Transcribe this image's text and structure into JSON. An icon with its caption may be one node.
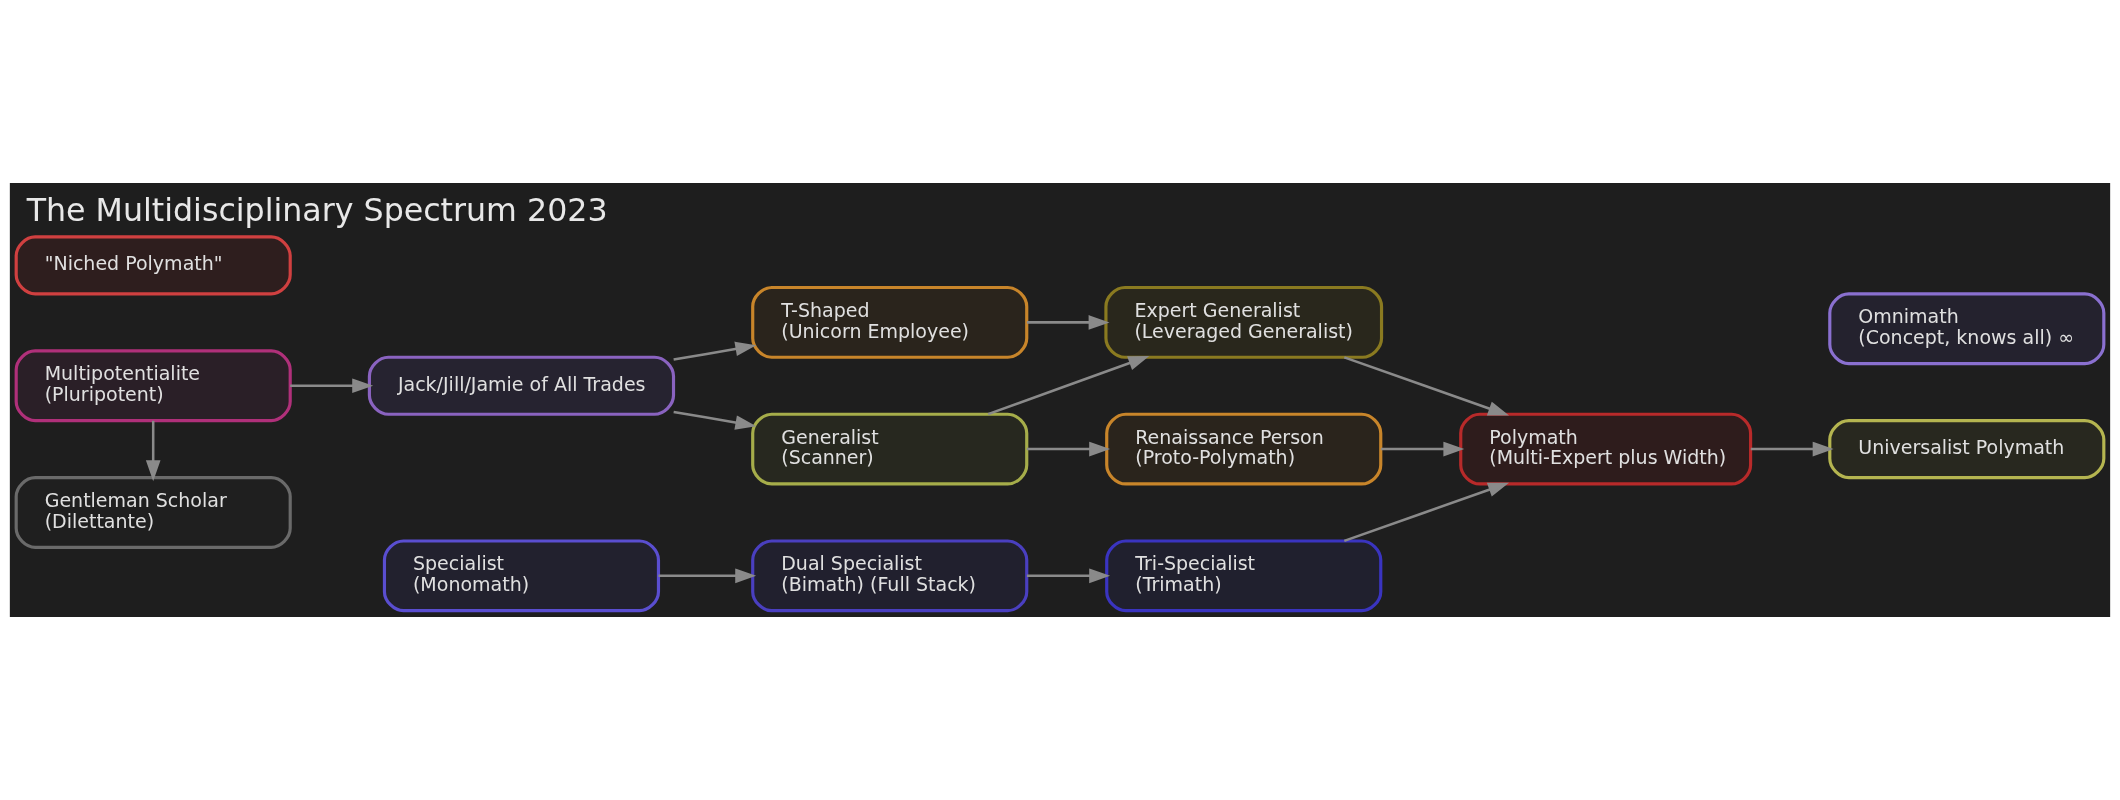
{
  "diagram": {
    "title": "The Multidisciplinary Spectrum 2023",
    "nodes": [
      {
        "text": [
          "Multipotentialite",
          "(Pluripotent)"
        ]
      },
      {
        "text": [
          "Gentleman Scholar",
          "(Dilettante)"
        ]
      },
      {
        "text": [
          "Jack/Jill/Jamie of All Trades"
        ]
      },
      {
        "text": [
          "T-Shaped",
          "(Unicorn Employee)"
        ]
      },
      {
        "text": [
          "Expert Generalist",
          "(Leveraged Generalist)"
        ]
      },
      {
        "text": [
          "Generalist",
          "(Scanner)"
        ]
      },
      {
        "text": [
          "Renaissance Person",
          "(Proto-Polymath)"
        ]
      },
      {
        "text": [
          "Polymath",
          "(Multi-Expert plus Width)"
        ]
      },
      {
        "text": [
          "Universalist Polymath"
        ]
      },
      {
        "text": [
          "Omnimath",
          "(Concept, knows all) ∞"
        ]
      },
      {
        "text": [
          "Specialist",
          "(Monomath)"
        ]
      },
      {
        "text": [
          "Dual Specialist",
          "(Bimath) (Full Stack)"
        ]
      },
      {
        "text": [
          "Tri-Specialist",
          "(Trimath)"
        ]
      },
      {
        "text": [
          "\"Niched Polymath\""
        ]
      }
    ],
    "edges": [
      {
        "from": 0,
        "to": 2,
        "arrow": "to"
      },
      {
        "from": 0,
        "to": 1,
        "arrow": "to"
      },
      {
        "from": 2,
        "to": 3,
        "arrow": "to"
      },
      {
        "from": 2,
        "to": 5,
        "arrow": "to"
      },
      {
        "from": 3,
        "to": 4,
        "arrow": "to"
      },
      {
        "from": 5,
        "to": 4,
        "arrow": "to"
      },
      {
        "from": 5,
        "to": 6,
        "arrow": "to"
      },
      {
        "from": 6,
        "to": 7,
        "arrow": "to"
      },
      {
        "from": 4,
        "to": 7,
        "arrow": "to"
      },
      {
        "from": 7,
        "to": 8,
        "arrow": "to"
      },
      {
        "from": 10,
        "to": 11,
        "arrow": "to"
      },
      {
        "from": 11,
        "to": 12,
        "arrow": "to"
      },
      {
        "from": 12,
        "to": 7,
        "arrow": "to"
      }
    ]
  }
}
